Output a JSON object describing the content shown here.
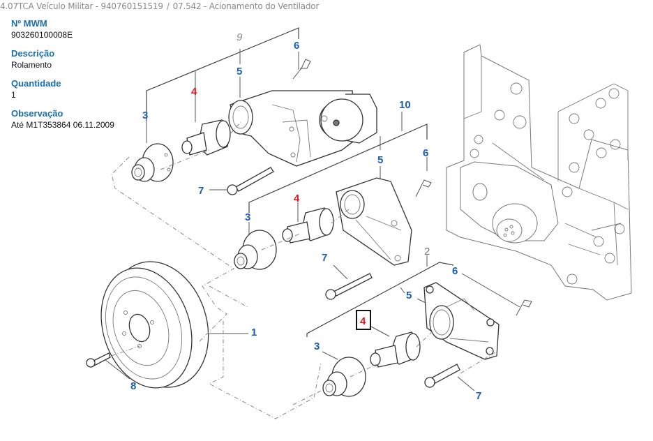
{
  "breadcrumb": {
    "model": "4.07TCA Veículo Militar - 940760151519",
    "separator": "/",
    "section": "07.542 - Acionamento do Ventilador"
  },
  "part_info": {
    "fields": [
      {
        "label": "Nº MWM",
        "value": "903260100008E"
      },
      {
        "label": "Descrição",
        "value": "Rolamento"
      },
      {
        "label": "Quantidade",
        "value": "1"
      },
      {
        "label": "Observação",
        "value": "Até M1T353864 06.11.2009"
      }
    ]
  },
  "diagram": {
    "selected_item": "4",
    "colors": {
      "callout": "#1a5fb4",
      "selected": "#e8121b",
      "group": "#8a8a8a",
      "label": "#1a6fb0"
    },
    "callouts": {
      "g9": "9",
      "a5": "5",
      "a6": "6",
      "a4": "4",
      "a3": "3",
      "a7": "7",
      "g10": "10",
      "b5": "5",
      "b6": "6",
      "b4": "4",
      "b3": "3",
      "b7": "7",
      "g2": "2",
      "c6": "6",
      "c5": "5",
      "c4": "4",
      "c3": "3",
      "c7": "7",
      "p1": "1",
      "p8": "8"
    }
  }
}
